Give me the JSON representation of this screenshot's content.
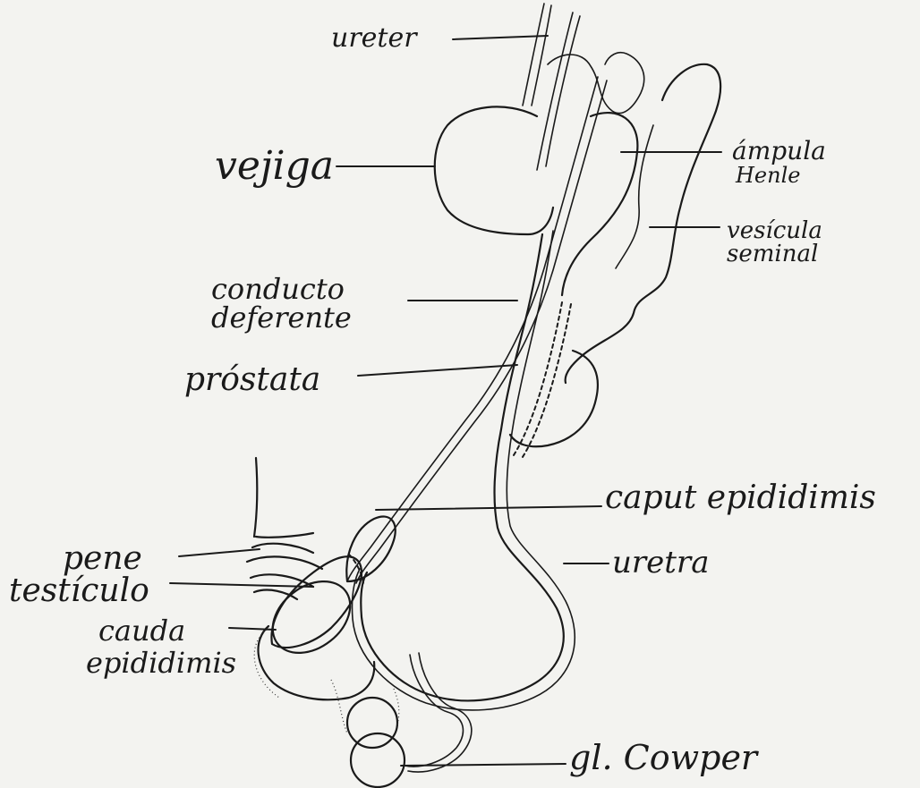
{
  "labels": {
    "ureter": "ureter",
    "vejiga": "vejiga",
    "ampula_1": "ámpula",
    "ampula_2": "Henle",
    "vesicula_1": "vesícula",
    "vesicula_2": "seminal",
    "conducto_1": "conducto",
    "conducto_2": "deferente",
    "prostata": "próstata",
    "caput": "caput epididimis",
    "pene": "pene",
    "uretra": "uretra",
    "testiculo": "testículo",
    "cauda_1": "cauda",
    "cauda_2": "epididimis",
    "cowper": "gl. Cowper"
  }
}
